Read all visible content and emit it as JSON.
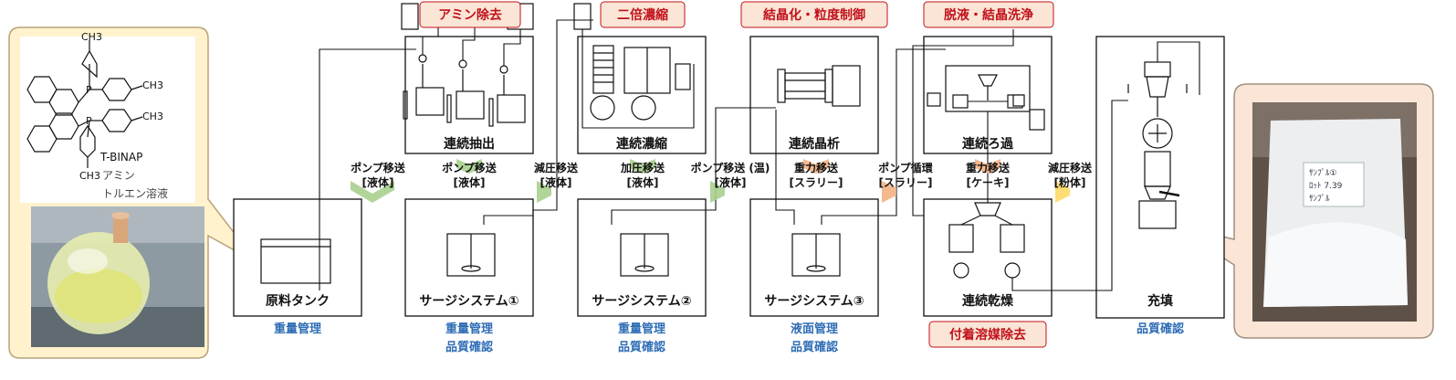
{
  "units": {
    "extraction": "連続抽出",
    "concentration": "連続濃縮",
    "crystallization": "連続晶析",
    "filtration": "連続ろ過",
    "filling": "充填",
    "raw_tank": "原料タンク",
    "surge1": "サージシステム①",
    "surge2": "サージシステム②",
    "surge3": "サージシステム③",
    "drying": "連続乾燥"
  },
  "tags": {
    "amine_removal": "アミン除去",
    "double_concentration": "二倍濃縮",
    "crystal_control": "結晶化・粒度制御",
    "deliquoring": "脱液・結晶洗浄",
    "solvent_removal": "付着溶媒除去"
  },
  "transfers": [
    {
      "line1": "ポンプ移送",
      "line2": "[液体]",
      "color": "#a9d08e"
    },
    {
      "line1": "ポンプ移送",
      "line2": "[液体]",
      "color": "#a9d08e"
    },
    {
      "line1": "減圧移送",
      "line2": "[液体]",
      "color": "#a9d08e"
    },
    {
      "line1": "加圧移送",
      "line2": "[液体]",
      "color": "#a9d08e"
    },
    {
      "line1": "ポンプ移送 (温)",
      "line2": "[液体]",
      "color": "#a9d08e"
    },
    {
      "line1": "重力移送",
      "line2": "[スラリー]",
      "color": "#f4b183"
    },
    {
      "line1": "ポンプ循環",
      "line2": "[スラリー]",
      "color": "#f4b183"
    },
    {
      "line1": "重力移送",
      "line2": "[ケーキ]",
      "color": "#f4b183"
    },
    {
      "line1": "減圧移送",
      "line2": "[粉体]",
      "color": "#ffd966"
    }
  ],
  "management": {
    "raw": [
      "重量管理"
    ],
    "surge1": [
      "重量管理",
      "品質確認"
    ],
    "surge2": [
      "重量管理",
      "品質確認"
    ],
    "surge3": [
      "液面管理",
      "品質確認"
    ],
    "filling": [
      "品質確認"
    ]
  },
  "feed_callout": {
    "compound": "T-BINAP",
    "amine": "アミン",
    "solvent": "トルエン溶液",
    "methyl": "CH3",
    "phosphorus": "P"
  },
  "bag_label": [
    "ｻﾝﾌﾟﾙ①",
    "ﾛｯﾄ 7.39",
    "ｻﾝﾌﾟﾙ"
  ],
  "colors": {
    "callout_fill": "#fff2cc",
    "callout_stroke": "#b8a27a",
    "product_fill": "#fbe5d6",
    "product_stroke": "#a0907e",
    "tag_fill": "#fbe5d6",
    "tag_stroke": "#c0121b",
    "note_blue": "#2f6db5"
  }
}
